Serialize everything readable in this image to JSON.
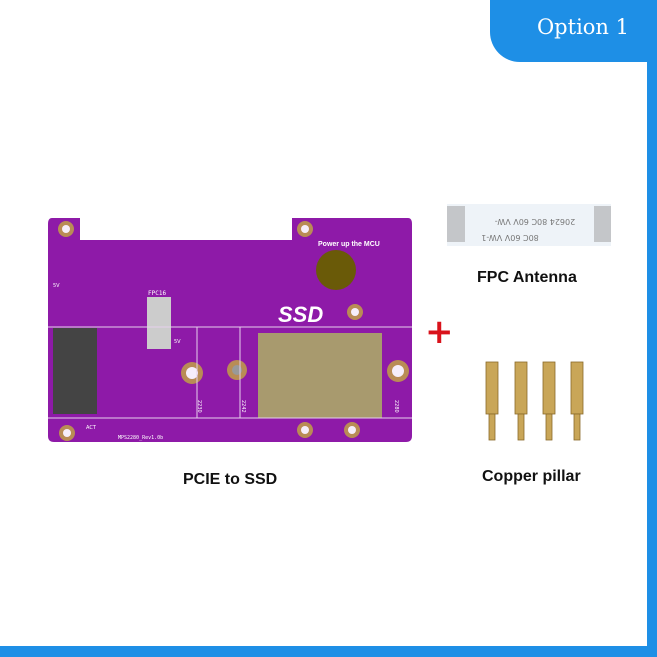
{
  "badge": {
    "label": "Option 1"
  },
  "board": {
    "caption": "PCIE to SSD",
    "silk": {
      "power": "Power up the MCU",
      "ssd": "SSD",
      "fpc": "FPC16",
      "v5a": "5V",
      "v5b": "5V",
      "s2230": "2230",
      "s2242": "2242",
      "s2280": "2280",
      "rev": "MPS2280_Rev1.0b",
      "act": "ACT"
    }
  },
  "fpc": {
    "caption": "FPC Antenna",
    "print1": "80C 60V VW-1",
    "print2": "20624 80C 60V VW-"
  },
  "pillar": {
    "caption": "Copper pillar"
  },
  "plus": "+",
  "colors": {
    "accent": "#1e8fe6",
    "board": "#8e1aa8",
    "plus": "#d9121b"
  }
}
